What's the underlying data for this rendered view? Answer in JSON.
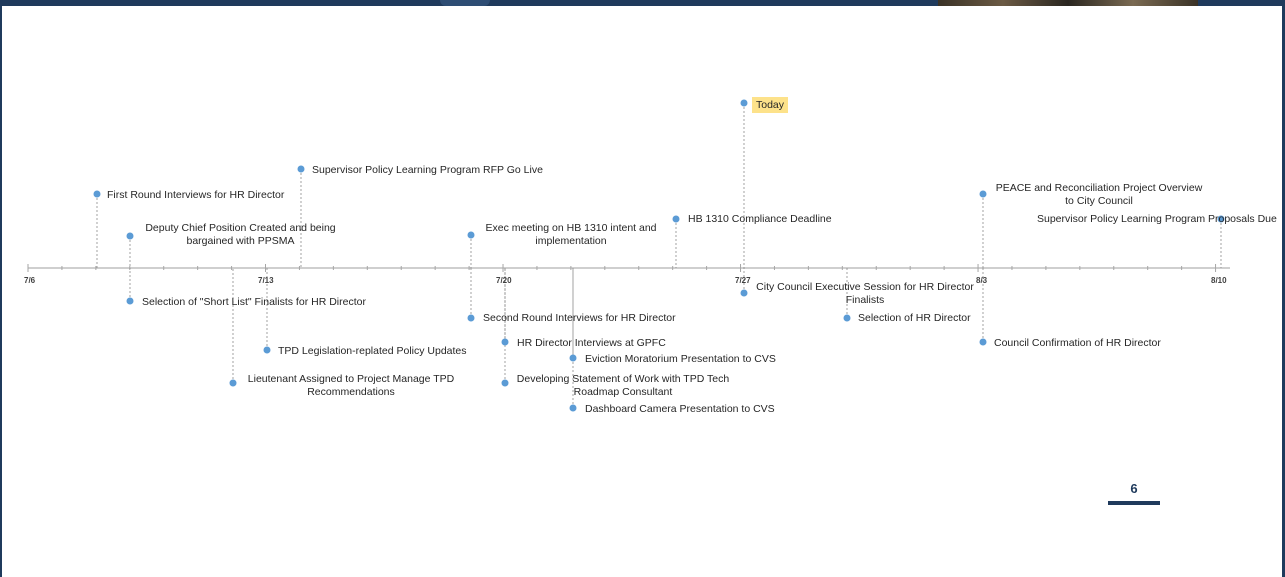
{
  "timeline": {
    "axis_labels": [
      "7/6",
      "7/13",
      "7/20",
      "7/27",
      "8/3",
      "8/10"
    ],
    "events": [
      {
        "label": "First Round Interviews for HR Director",
        "date": "7/9"
      },
      {
        "label": "Deputy Chief Position Created and being bargained with PPSMA",
        "date": "7/10"
      },
      {
        "label": "Selection of \"Short List\" Finalists for HR Director",
        "date": "7/10"
      },
      {
        "label": "Lieutenant Assigned to Project Manage TPD Recommendations",
        "date": "7/12"
      },
      {
        "label": "TPD Legislation-replated Policy Updates",
        "date": "7/13"
      },
      {
        "label": "Supervisor Policy Learning Program RFP Go Live",
        "date": "7/14"
      },
      {
        "label": "Exec meeting on HB 1310 intent and implementation",
        "date": "7/19"
      },
      {
        "label": "Second Round Interviews for HR Director",
        "date": "7/19"
      },
      {
        "label": "HR Director Interviews at GPFC",
        "date": "7/20"
      },
      {
        "label": "Developing Statement of Work with TPD Tech Roadmap Consultant",
        "date": "7/20"
      },
      {
        "label": "Eviction Moratorium Presentation to CVS",
        "date": "7/22"
      },
      {
        "label": "Dashboard Camera Presentation to CVS",
        "date": "7/22"
      },
      {
        "label": "HB 1310 Compliance Deadline",
        "date": "7/25"
      },
      {
        "label": "Today",
        "date": "7/27"
      },
      {
        "label": "City Council Executive Session for HR Director Finalists",
        "date": "7/27"
      },
      {
        "label": "Selection of HR Director",
        "date": "7/30"
      },
      {
        "label": "PEACE and Reconciliation Project Overview to City Council",
        "date": "8/3"
      },
      {
        "label": "Council Confirmation of HR Director",
        "date": "8/3"
      },
      {
        "label": "Supervisor Policy Learning Program Proposals Due",
        "date": "8/10"
      }
    ]
  },
  "footer": {
    "page_number": "6"
  },
  "colors": {
    "marker": "#5b9bd5",
    "axis": "#bfbfbf",
    "today_highlight": "#fde28a",
    "frame": "#1f3a5c"
  }
}
